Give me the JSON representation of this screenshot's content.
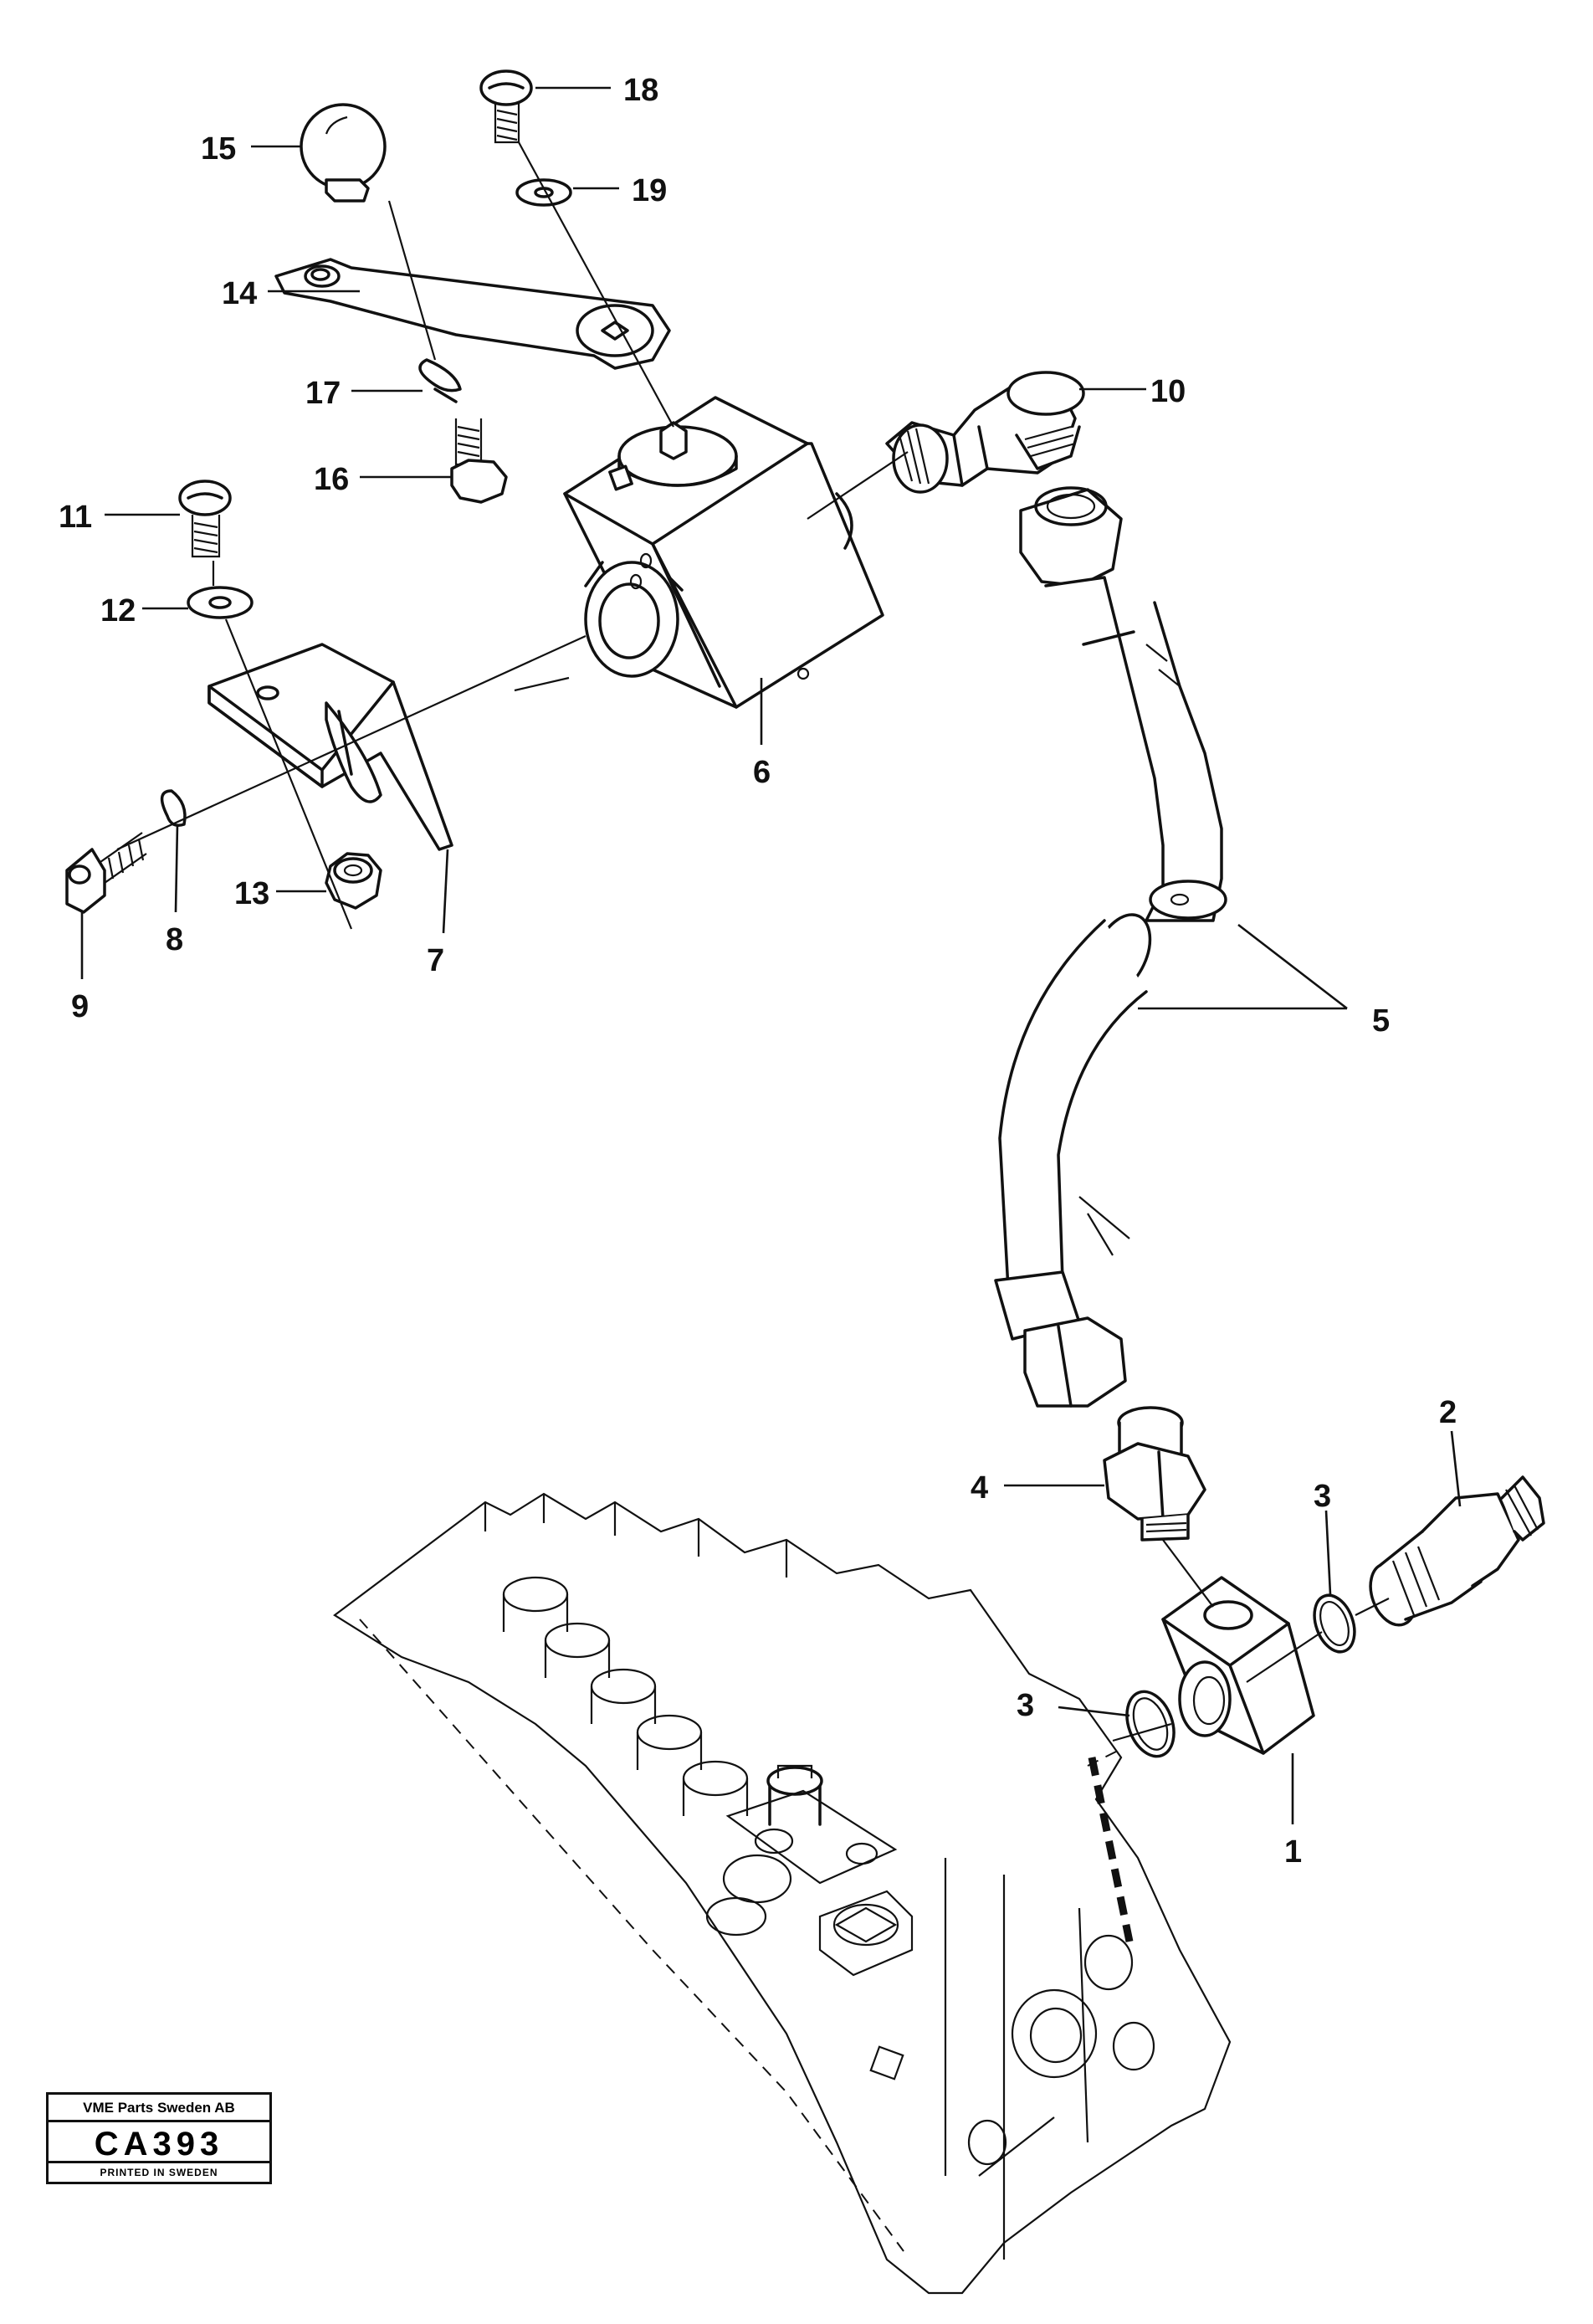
{
  "callouts": [
    {
      "id": "c1",
      "label": "1"
    },
    {
      "id": "c2",
      "label": "2"
    },
    {
      "id": "c3a",
      "label": "3"
    },
    {
      "id": "c3b",
      "label": "3"
    },
    {
      "id": "c4",
      "label": "4"
    },
    {
      "id": "c5",
      "label": "5"
    },
    {
      "id": "c6",
      "label": "6"
    },
    {
      "id": "c7",
      "label": "7"
    },
    {
      "id": "c8",
      "label": "8"
    },
    {
      "id": "c9",
      "label": "9"
    },
    {
      "id": "c10",
      "label": "10"
    },
    {
      "id": "c11",
      "label": "11"
    },
    {
      "id": "c12",
      "label": "12"
    },
    {
      "id": "c13",
      "label": "13"
    },
    {
      "id": "c14",
      "label": "14"
    },
    {
      "id": "c15",
      "label": "15"
    },
    {
      "id": "c16",
      "label": "16"
    },
    {
      "id": "c17",
      "label": "17"
    },
    {
      "id": "c18",
      "label": "18"
    },
    {
      "id": "c19",
      "label": "19"
    }
  ],
  "stamp": {
    "company": "VME Parts Sweden AB",
    "code": "CA393",
    "printed": "PRINTED IN SWEDEN"
  }
}
